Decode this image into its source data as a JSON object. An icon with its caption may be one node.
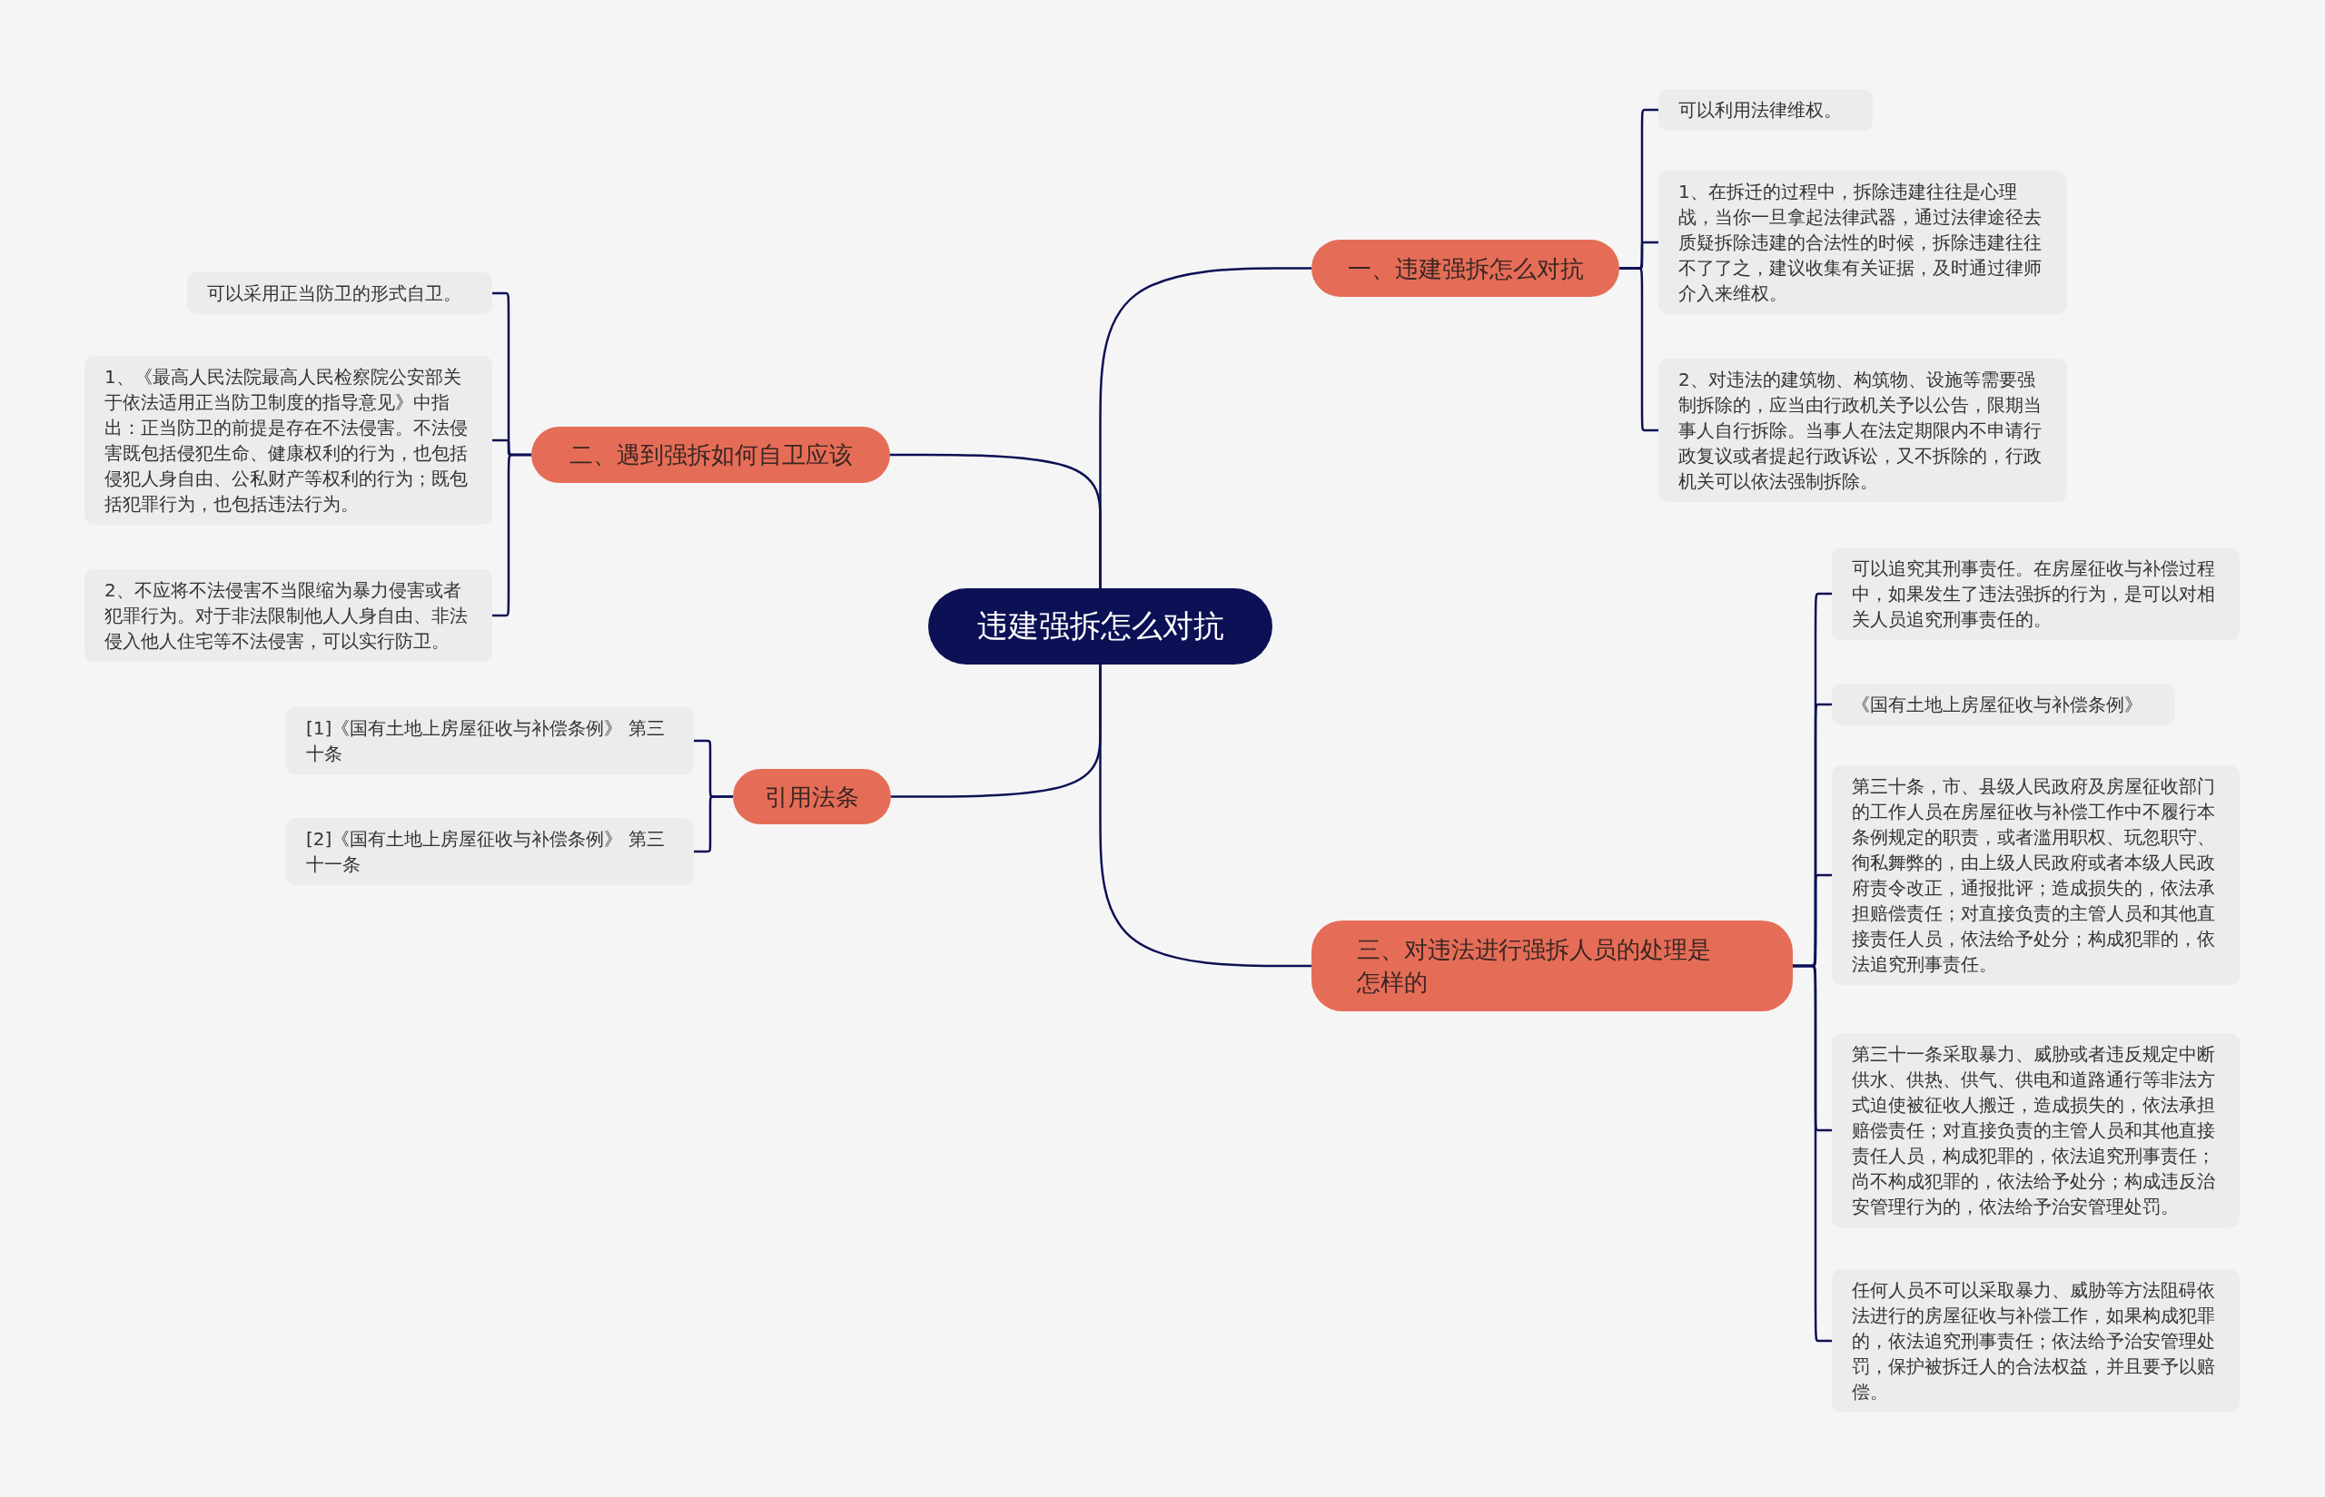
{
  "diagram": {
    "nodes": [
      {
        "text": [
          "违建强拆怎么对抗"
        ]
      },
      {
        "text": [
          "一、违建强拆怎么对抗"
        ]
      },
      {
        "text": [
          "可以利用法律维权。"
        ]
      },
      {
        "text": [
          "1、在拆迁的过程中，拆除违建往往是心理战，当你一旦拿起法律武器，通过法律途径去质疑拆除违建的合法性的时候，拆除违建往往不了了之，建议收集有关证据，及时通过律师介入来维权。"
        ]
      },
      {
        "text": [
          "2、对违法的建筑物、构筑物、设施等需要强制拆除的，应当由行政机关予以公告，限期当事人自行拆除。当事人在法定期限内不申请行政复议或者提起行政诉讼，又不拆除的，行政机关可以依法强制拆除。"
        ]
      },
      {
        "text": [
          "二、遇到强拆如何自卫应该"
        ]
      },
      {
        "text": [
          "可以采用正当防卫的形式自卫。"
        ]
      },
      {
        "text": [
          "1、《最高人民法院最高人民检察院公安部关于依法适用正当防卫制度的指导意见》中指出：正当防卫的前提是存在不法侵害。不法侵害既包括侵犯生命、健康权利的行为，也包括侵犯人身自由、公私财产等权利的行为；既包括犯罪行为，也包括违法行为。"
        ]
      },
      {
        "text": [
          "2、不应将不法侵害不当限缩为暴力侵害或者犯罪行为。对于非法限制他人人身自由、非法侵入他人住宅等不法侵害，可以实行防卫。"
        ]
      },
      {
        "text": [
          "引用法条"
        ]
      },
      {
        "text": [
          "[1]《国有土地上房屋征收与补偿条例》 第三十条"
        ]
      },
      {
        "text": [
          "[2]《国有土地上房屋征收与补偿条例》 第三十一条"
        ]
      },
      {
        "text": [
          "三、对违法进行强拆人员的处理是怎样的"
        ]
      },
      {
        "text": [
          "可以追究其刑事责任。在房屋征收与补偿过程中，如果发生了违法强拆的行为，是可以对相关人员追究刑事责任的。"
        ]
      },
      {
        "text": [
          "《国有土地上房屋征收与补偿条例》"
        ]
      },
      {
        "text": [
          "第三十条，市、县级人民政府及房屋征收部门的工作人员在房屋征收与补偿工作中不履行本条例规定的职责，或者滥用职权、玩忽职守、徇私舞弊的，由上级人民政府或者本级人民政府责令改正，通报批评；造成损失的，依法承担赔偿责任；对直接负责的主管人员和其他直接责任人员，依法给予处分；构成犯罪的，依法追究刑事责任。"
        ]
      },
      {
        "text": [
          "第三十一条采取暴力、威胁或者违反规定中断供水、供热、供气、供电和道路通行等非法方式迫使被征收人搬迁，造成损失的，依法承担赔偿责任；对直接负责的主管人员和其他直接责任人员，构成犯罪的，依法追究刑事责任；尚不构成犯罪的，依法给予处分；构成违反治安管理行为的，依法给予治安管理处罚。"
        ]
      },
      {
        "text": [
          "任何人员不可以采取暴力、威胁等方法阻碍依法进行的房屋征收与补偿工作，如果构成犯罪的，依法追究刑事责任；依法给予治安管理处罚，保护被拆迁人的合法权益，并且要予以赔偿。"
        ]
      }
    ],
    "edges": [
      {
        "from": 0,
        "to": 1,
        "arrow": "none"
      },
      {
        "from": 1,
        "to": 2,
        "arrow": "none"
      },
      {
        "from": 1,
        "to": 3,
        "arrow": "none"
      },
      {
        "from": 1,
        "to": 4,
        "arrow": "none"
      },
      {
        "from": 0,
        "to": 5,
        "arrow": "none"
      },
      {
        "from": 5,
        "to": 6,
        "arrow": "none"
      },
      {
        "from": 5,
        "to": 7,
        "arrow": "none"
      },
      {
        "from": 5,
        "to": 8,
        "arrow": "none"
      },
      {
        "from": 0,
        "to": 9,
        "arrow": "none"
      },
      {
        "from": 9,
        "to": 10,
        "arrow": "none"
      },
      {
        "from": 9,
        "to": 11,
        "arrow": "none"
      },
      {
        "from": 0,
        "to": 12,
        "arrow": "none"
      },
      {
        "from": 12,
        "to": 13,
        "arrow": "none"
      },
      {
        "from": 12,
        "to": 14,
        "arrow": "none"
      },
      {
        "from": 12,
        "to": 15,
        "arrow": "none"
      },
      {
        "from": 12,
        "to": 16,
        "arrow": "none"
      },
      {
        "from": 12,
        "to": 17,
        "arrow": "none"
      }
    ]
  }
}
